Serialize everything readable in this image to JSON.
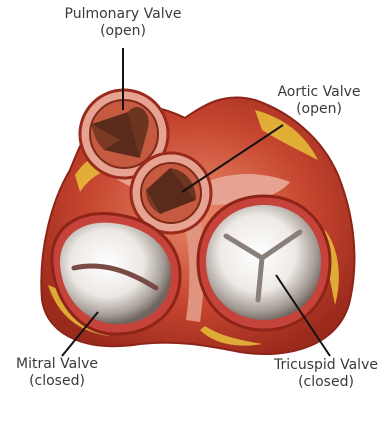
{
  "labels": {
    "pulmonary": {
      "name": "Pulmonary Valve",
      "state": "(open)"
    },
    "aortic": {
      "name": "Aortic Valve",
      "state": "(open)"
    },
    "mitral": {
      "name": "Mitral Valve",
      "state": "(closed)"
    },
    "tricuspid": {
      "name": "Tricuspid Valve",
      "state": "(closed)"
    }
  },
  "colors": {
    "muscle": "#b8392a",
    "muscle_dark": "#8e2418",
    "fat": "#e8c13a",
    "tissue_pink": "#e7a392",
    "valve_white": "#f3f1ee",
    "valve_gray": "#8d8681",
    "cusp_dark": "#5a2a1a",
    "leader_line": "#111111",
    "label_text": "#3a3a3a"
  }
}
